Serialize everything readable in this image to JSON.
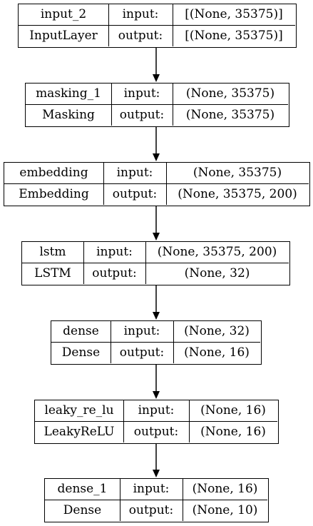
{
  "layers": [
    {
      "name": "input_2",
      "type": "InputLayer",
      "input_label": "input:",
      "output_label": "output:",
      "input_shape": "[(None, 35375)]",
      "output_shape": "[(None, 35375)]"
    },
    {
      "name": "masking_1",
      "type": "Masking",
      "input_label": "input:",
      "output_label": "output:",
      "input_shape": "(None, 35375)",
      "output_shape": "(None, 35375)"
    },
    {
      "name": "embedding",
      "type": "Embedding",
      "input_label": "input:",
      "output_label": "output:",
      "input_shape": "(None, 35375)",
      "output_shape": "(None, 35375, 200)"
    },
    {
      "name": "lstm",
      "type": "LSTM",
      "input_label": "input:",
      "output_label": "output:",
      "input_shape": "(None, 35375, 200)",
      "output_shape": "(None, 32)"
    },
    {
      "name": "dense",
      "type": "Dense",
      "input_label": "input:",
      "output_label": "output:",
      "input_shape": "(None, 32)",
      "output_shape": "(None, 16)"
    },
    {
      "name": "leaky_re_lu",
      "type": "LeakyReLU",
      "input_label": "input:",
      "output_label": "output:",
      "input_shape": "(None, 16)",
      "output_shape": "(None, 16)"
    },
    {
      "name": "dense_1",
      "type": "Dense",
      "input_label": "input:",
      "output_label": "output:",
      "input_shape": "(None, 16)",
      "output_shape": "(None, 10)"
    }
  ],
  "edges": [
    {
      "from": "input_2",
      "to": "masking_1"
    },
    {
      "from": "masking_1",
      "to": "embedding"
    },
    {
      "from": "embedding",
      "to": "lstm"
    },
    {
      "from": "lstm",
      "to": "dense"
    },
    {
      "from": "dense",
      "to": "leaky_re_lu"
    },
    {
      "from": "leaky_re_lu",
      "to": "dense_1"
    }
  ]
}
